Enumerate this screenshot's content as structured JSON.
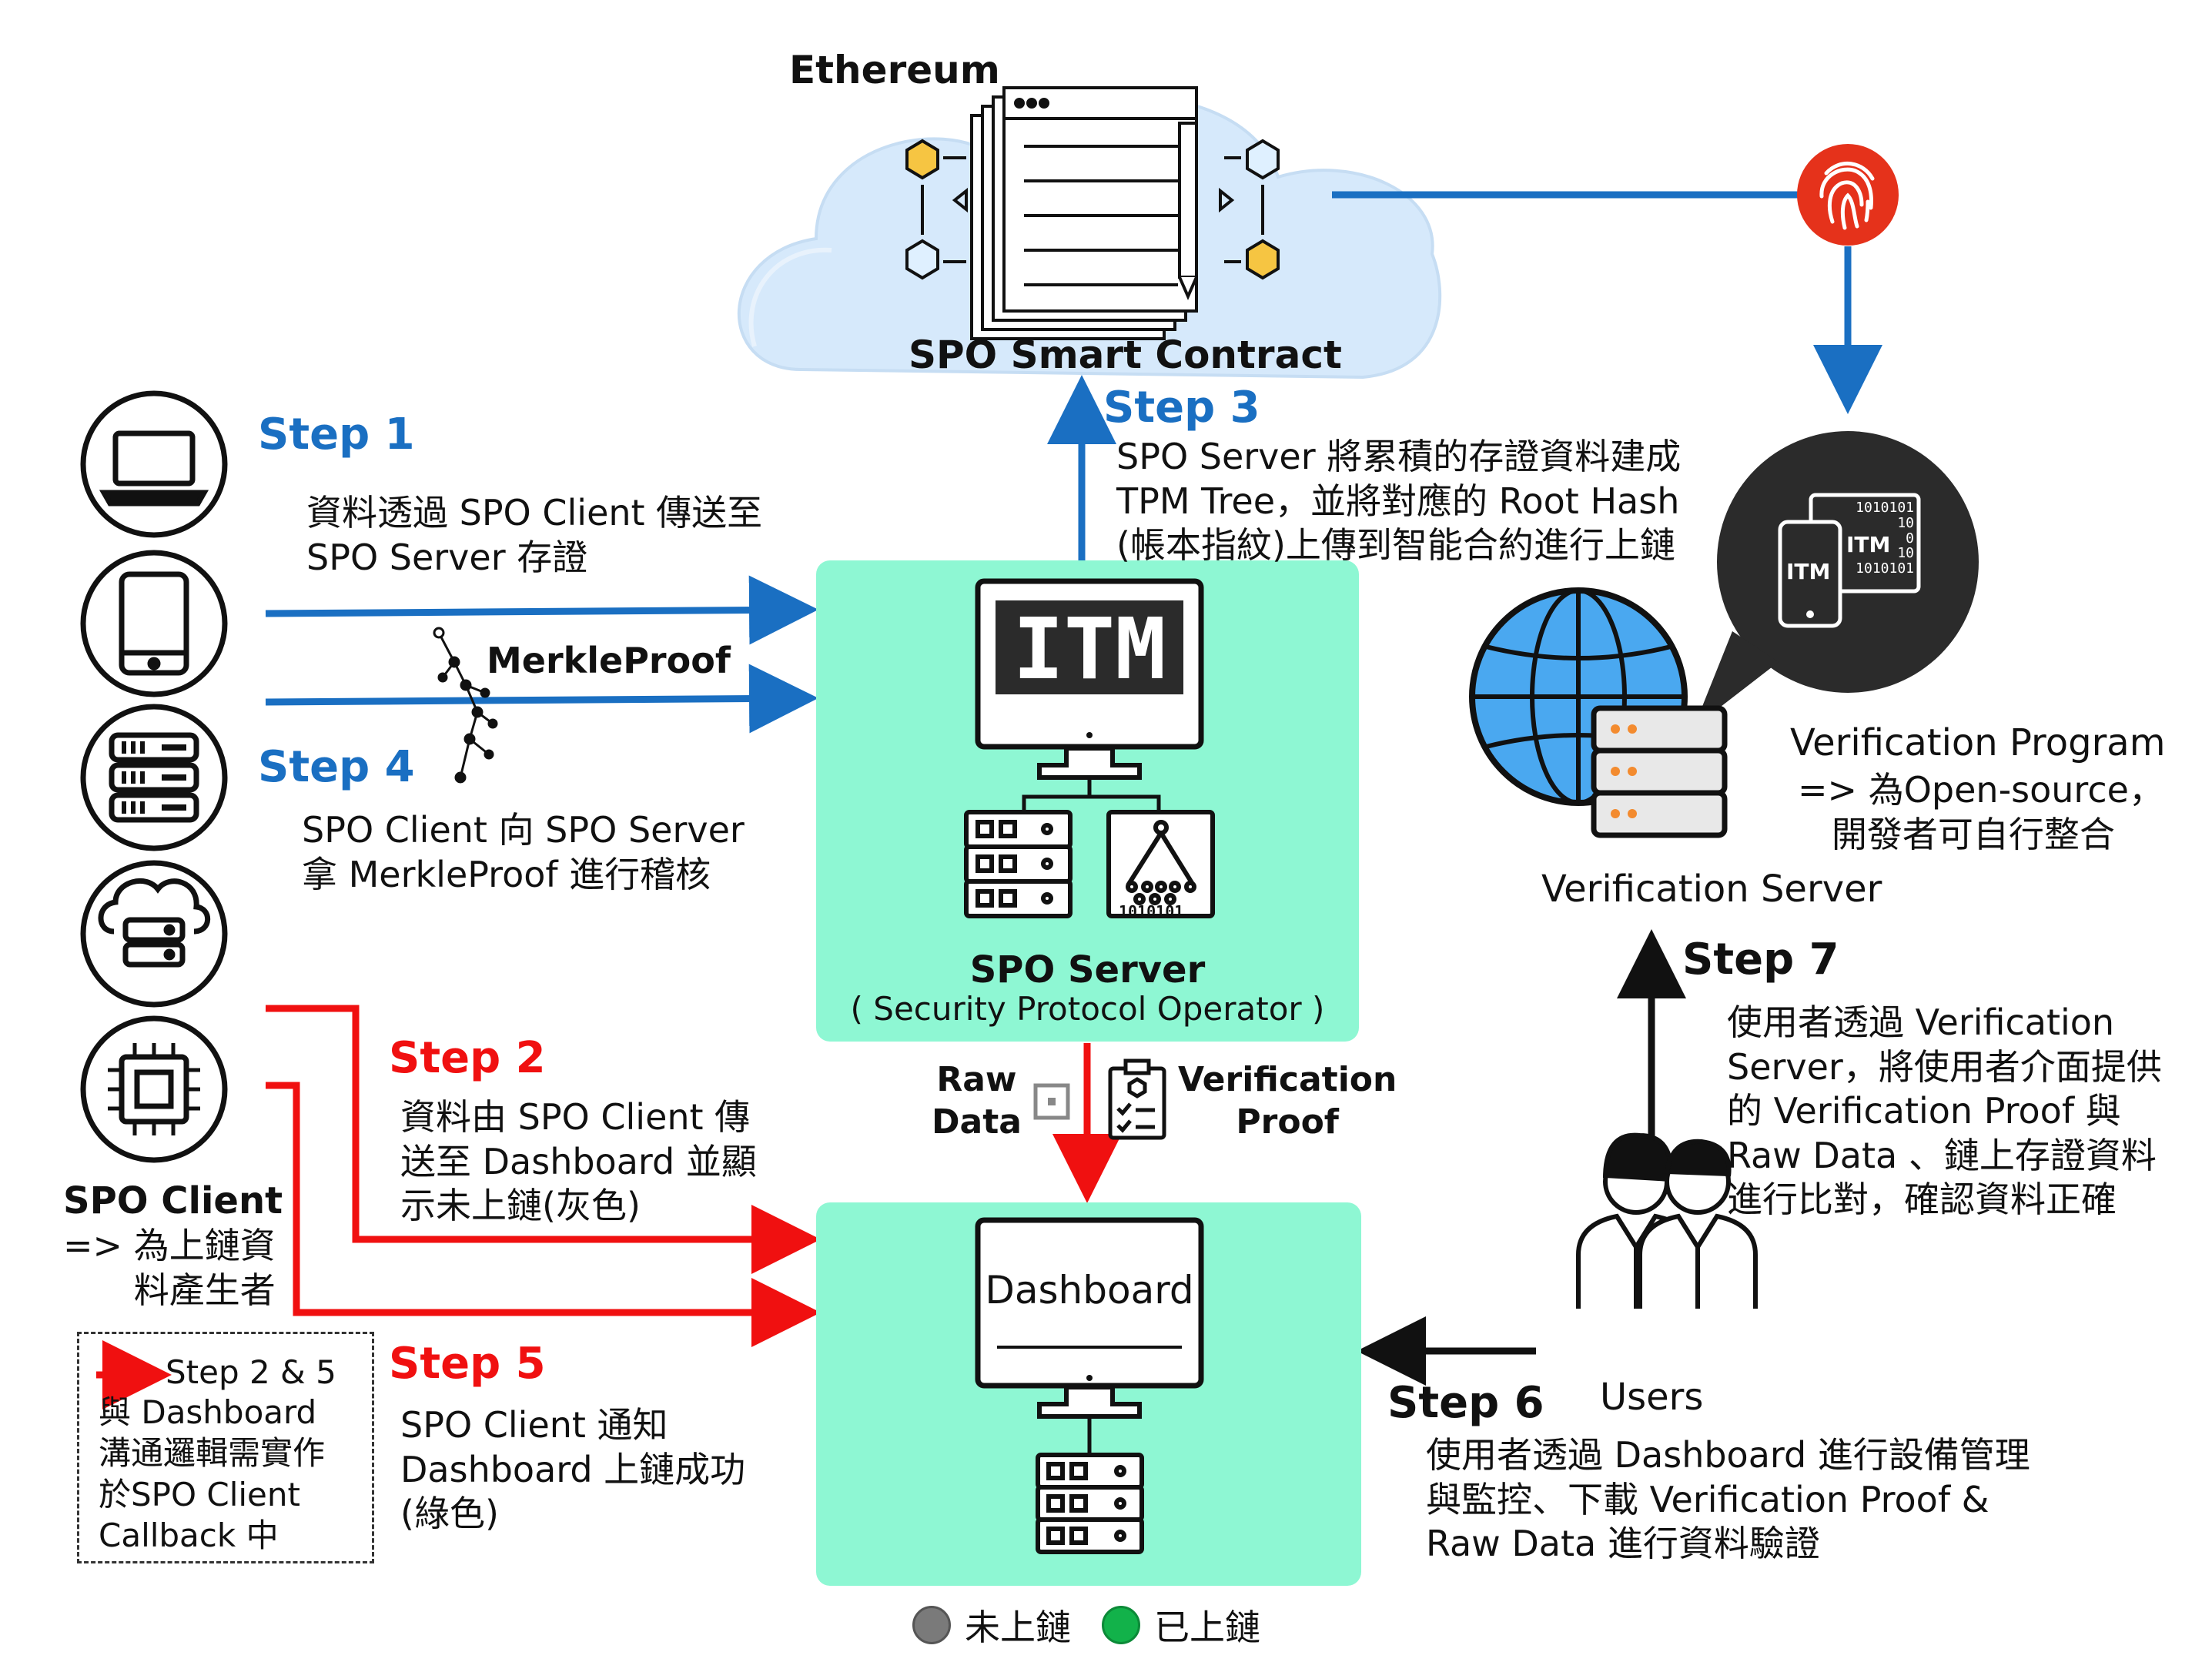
{
  "ethereum": {
    "label": "Ethereum",
    "contract_label": "SPO Smart Contract"
  },
  "steps": {
    "step1": {
      "title": "Step 1",
      "desc": "資料透過 SPO Client 傳送至\nSPO Server 存證"
    },
    "step2": {
      "title": "Step 2",
      "desc": "資料由 SPO Client 傳\n送至 Dashboard 並顯\n示未上鏈(灰色)"
    },
    "step3": {
      "title": "Step 3",
      "desc": "SPO Server 將累積的存證資料建成\nTPM Tree，並將對應的 Root Hash\n(帳本指紋)上傳到智能合約進行上鏈"
    },
    "step4": {
      "title": "Step 4",
      "desc": "SPO Client 向 SPO Server\n拿 MerkleProof 進行稽核"
    },
    "step5": {
      "title": "Step 5",
      "desc": "SPO Client 通知\nDashboard 上鏈成功\n(綠色)"
    },
    "step6": {
      "title": "Step 6",
      "desc": "使用者透過 Dashboard 進行設備管理\n與監控、下載 Verification Proof &\nRaw Data 進行資料驗證"
    },
    "step7": {
      "title": "Step 7",
      "desc": "使用者透過 Verification\nServer，將使用者介面提供\n的 Verification Proof 與\nRaw Data 、鏈上存證資料\n進行比對，確認資料正確"
    }
  },
  "merkle_proof_label": "MerkleProof",
  "spo_server": {
    "itm": "ITM",
    "title": "SPO Server",
    "subtitle": "( Security Protocol Operator )"
  },
  "dashboard": {
    "title": "Dashboard"
  },
  "raw_data_label": "Raw\nData",
  "verification_proof_label": "Verification\nProof",
  "spo_client": {
    "title": "SPO Client",
    "desc": "=> 為上鏈資\n料產生者"
  },
  "note": {
    "arrow_text": "Step 2 & 5",
    "desc": "與 Dashboard\n溝通邏輯需實作\n於SPO Client\nCallback 中"
  },
  "verification_server": {
    "title": "Verification Server"
  },
  "verification_program": {
    "title": "Verification Program",
    "desc": "=> 為Open-source，\n   開發者可自行整合"
  },
  "bubble": {
    "itm_phone": "ITM",
    "itm_screen": "ITM",
    "binary": "1010101\n10\n0\n10\n1010101"
  },
  "users_label": "Users",
  "legend": {
    "items": [
      {
        "label": "未上鏈",
        "color": "#7a7a7a"
      },
      {
        "label": "已上鏈",
        "color": "#12b24a"
      }
    ]
  },
  "colors": {
    "blue": "#1a6fc2",
    "red": "#f01010",
    "box": "#8ef7d3",
    "cloud": "#d6e9fb",
    "fingerprint": "#e5321b"
  },
  "icons": [
    "laptop-icon",
    "tablet-icon",
    "server-rack-icon",
    "cloud-server-icon",
    "chip-icon",
    "globe-icon",
    "fingerprint-icon",
    "users-icon",
    "clipboard-icon",
    "document-icon"
  ]
}
